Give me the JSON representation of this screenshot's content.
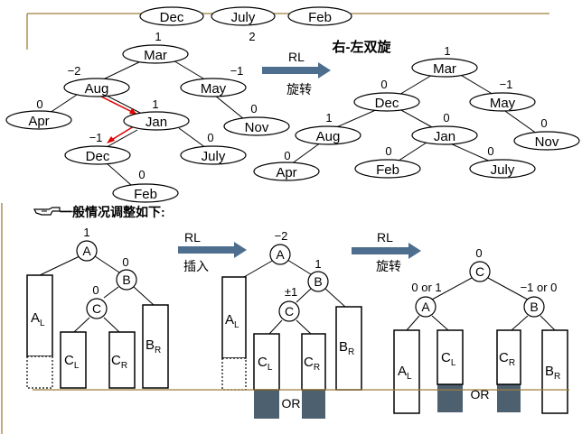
{
  "colors": {
    "frame": "#a07d3c",
    "arrow": "#4d6e8e",
    "red_arrow": "#e00000",
    "dark_block": "#4d6070"
  },
  "top_sequence": {
    "nodes": [
      "Dec",
      "July",
      "Feb"
    ],
    "note_1": "1",
    "note_2": "2"
  },
  "tree_before": {
    "nodes": [
      {
        "id": "mar",
        "label": "Mar",
        "bf": "1"
      },
      {
        "id": "aug",
        "label": "Aug",
        "bf": "−2"
      },
      {
        "id": "may",
        "label": "May",
        "bf": "−1"
      },
      {
        "id": "apr",
        "label": "Apr",
        "bf": "0"
      },
      {
        "id": "jan",
        "label": "Jan",
        "bf": "1"
      },
      {
        "id": "nov",
        "label": "Nov",
        "bf": "0"
      },
      {
        "id": "dec",
        "label": "Dec",
        "bf": "−1"
      },
      {
        "id": "july",
        "label": "July",
        "bf": "0"
      },
      {
        "id": "feb",
        "label": "Feb",
        "bf": "0"
      }
    ]
  },
  "rotation_label": {
    "title": "右-左双旋",
    "arrow_top": "RL",
    "arrow_bottom": "旋转"
  },
  "tree_after": {
    "nodes": [
      {
        "id": "mar",
        "label": "Mar",
        "bf": "1"
      },
      {
        "id": "dec",
        "label": "Dec",
        "bf": "0"
      },
      {
        "id": "may",
        "label": "May",
        "bf": "−1"
      },
      {
        "id": "aug",
        "label": "Aug",
        "bf": "1"
      },
      {
        "id": "jan",
        "label": "Jan",
        "bf": "0"
      },
      {
        "id": "nov",
        "label": "Nov",
        "bf": "0"
      },
      {
        "id": "apr",
        "label": "Apr",
        "bf": "0"
      },
      {
        "id": "feb",
        "label": "Feb",
        "bf": "0"
      },
      {
        "id": "july",
        "label": "July",
        "bf": "0"
      }
    ]
  },
  "general_heading": "一般情况调整如下:",
  "pointer_icon": "hand-pointer",
  "general": {
    "stage1": {
      "A": {
        "label": "A",
        "bf": "1"
      },
      "B": {
        "label": "B",
        "bf": "0"
      },
      "C": {
        "label": "C",
        "bf": "0"
      },
      "AL": {
        "main": "A",
        "sub": "L"
      },
      "CL": {
        "main": "C",
        "sub": "L"
      },
      "CR": {
        "main": "C",
        "sub": "R"
      },
      "BR": {
        "main": "B",
        "sub": "R"
      }
    },
    "arrow1": {
      "top": "RL",
      "bottom": "插入"
    },
    "stage2": {
      "A": {
        "label": "A",
        "bf": "−2"
      },
      "B": {
        "label": "B",
        "bf": "1"
      },
      "C": {
        "label": "C",
        "bf": "±1"
      },
      "AL": {
        "main": "A",
        "sub": "L"
      },
      "CL": {
        "main": "C",
        "sub": "L"
      },
      "CR": {
        "main": "C",
        "sub": "R"
      },
      "BR": {
        "main": "B",
        "sub": "R"
      },
      "or_label": "OR"
    },
    "arrow2": {
      "top": "RL",
      "bottom": "旋转"
    },
    "stage3": {
      "C": {
        "label": "C",
        "bf": "0"
      },
      "A": {
        "label": "A",
        "bf": "0 or 1"
      },
      "B": {
        "label": "B",
        "bf": "−1 or 0"
      },
      "AL": {
        "main": "A",
        "sub": "L"
      },
      "CL": {
        "main": "C",
        "sub": "L"
      },
      "CR": {
        "main": "C",
        "sub": "R"
      },
      "BR": {
        "main": "B",
        "sub": "R"
      },
      "or_label": "OR"
    }
  }
}
